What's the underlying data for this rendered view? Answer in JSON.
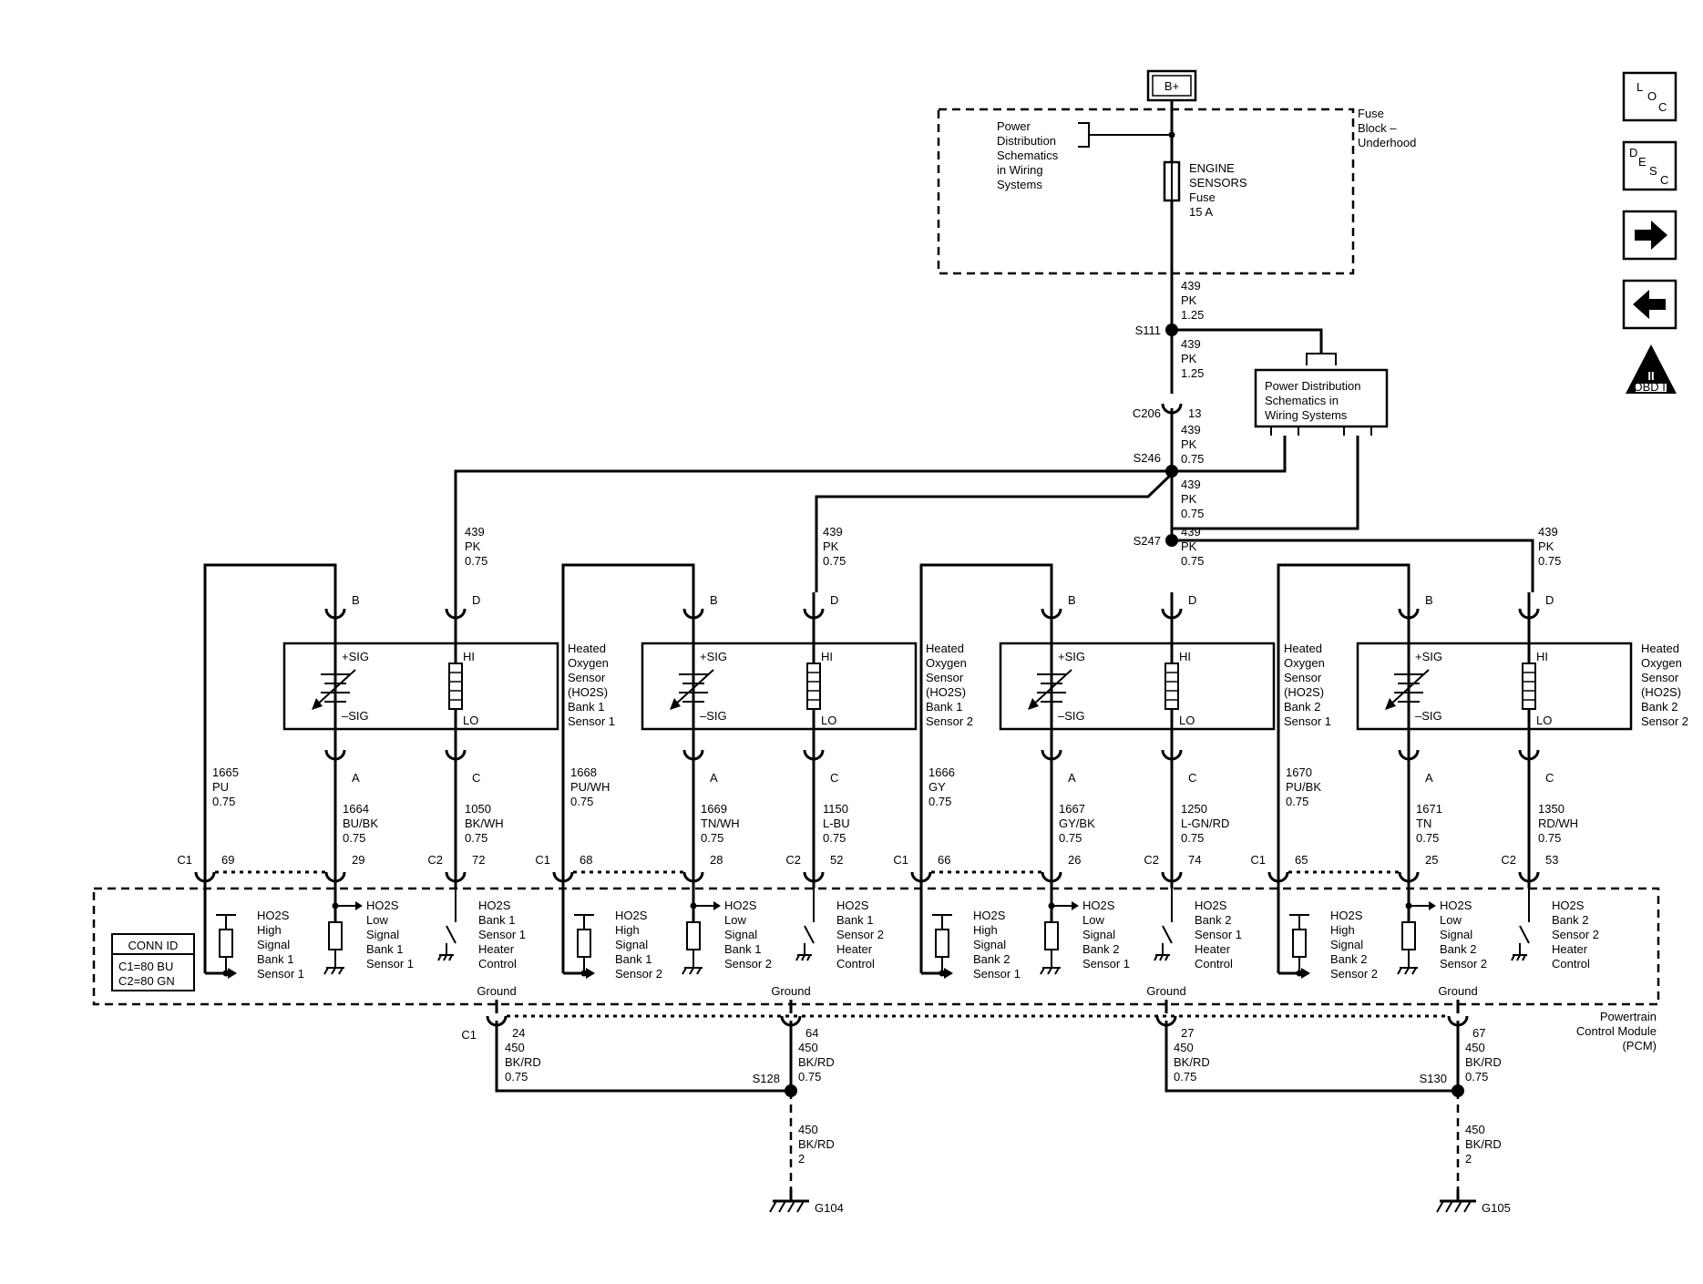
{
  "source": {
    "label": "B+"
  },
  "fuse_block": {
    "title": [
      "Fuse",
      "Block –",
      "Underhood"
    ],
    "ref": [
      "Power",
      "Distribution",
      "Schematics",
      "in Wiring",
      "Systems"
    ],
    "fuse": [
      "ENGINE",
      "SENSORS",
      "Fuse",
      "15 A"
    ]
  },
  "power_ref_box": [
    "Power Distribution",
    "Schematics in",
    "Wiring Systems"
  ],
  "nav": {
    "loc": [
      "L",
      "O",
      "C"
    ],
    "desc": [
      "D",
      "E",
      "S",
      "C"
    ],
    "obd_numeral": "II",
    "obd_label": "OBD II"
  },
  "main_wires": {
    "w1": [
      "439",
      "PK",
      "1.25"
    ],
    "s111": "S111",
    "w2": [
      "439",
      "PK",
      "1.25"
    ],
    "c206": "C206",
    "c206_pin": "13",
    "w3": [
      "439",
      "PK",
      "0.75"
    ],
    "s246": "S246",
    "w4": [
      "439",
      "PK",
      "0.75"
    ],
    "s247": "S247"
  },
  "sensors": [
    {
      "name": [
        "Heated",
        "Oxygen",
        "Sensor",
        "(HO2S)",
        "Bank 1",
        "Sensor 1"
      ],
      "feed": [
        "439",
        "PK",
        "0.75"
      ],
      "pins": {
        "b": "B",
        "d": "D",
        "a": "A",
        "c": "C"
      },
      "sig": {
        "plus": "+SIG",
        "minus": "–SIG",
        "hi": "HI",
        "lo": "LO"
      },
      "high_wire": [
        "1665",
        "PU",
        "0.75"
      ],
      "low_wire": [
        "1664",
        "BU/BK",
        "0.75"
      ],
      "heater_wire": [
        "1050",
        "BK/WH",
        "0.75"
      ],
      "c1": "C1",
      "pin_high": "69",
      "pin_low": "29",
      "c2": "C2",
      "pin_heater": "72",
      "pcm_high": [
        "HO2S",
        "High",
        "Signal",
        "Bank 1",
        "Sensor 1"
      ],
      "pcm_low": [
        "HO2S",
        "Low",
        "Signal",
        "Bank 1",
        "Sensor 1"
      ],
      "pcm_heater": [
        "HO2S",
        "Bank 1",
        "Sensor 1",
        "Heater",
        "Control"
      ]
    },
    {
      "name": [
        "Heated",
        "Oxygen",
        "Sensor",
        "(HO2S)",
        "Bank 1",
        "Sensor 2"
      ],
      "feed": [
        "439",
        "PK",
        "0.75"
      ],
      "pins": {
        "b": "B",
        "d": "D",
        "a": "A",
        "c": "C"
      },
      "sig": {
        "plus": "+SIG",
        "minus": "–SIG",
        "hi": "HI",
        "lo": "LO"
      },
      "high_wire": [
        "1668",
        "PU/WH",
        "0.75"
      ],
      "low_wire": [
        "1669",
        "TN/WH",
        "0.75"
      ],
      "heater_wire": [
        "1150",
        "L-BU",
        "0.75"
      ],
      "c1": "C1",
      "pin_high": "68",
      "pin_low": "28",
      "c2": "C2",
      "pin_heater": "52",
      "pcm_high": [
        "HO2S",
        "High",
        "Signal",
        "Bank 1",
        "Sensor 2"
      ],
      "pcm_low": [
        "HO2S",
        "Low",
        "Signal",
        "Bank 1",
        "Sensor 2"
      ],
      "pcm_heater": [
        "HO2S",
        "Bank 1",
        "Sensor 2",
        "Heater",
        "Control"
      ]
    },
    {
      "name": [
        "Heated",
        "Oxygen",
        "Sensor",
        "(HO2S)",
        "Bank 2",
        "Sensor 1"
      ],
      "feed": [
        "439",
        "PK",
        "0.75"
      ],
      "pins": {
        "b": "B",
        "d": "D",
        "a": "A",
        "c": "C"
      },
      "sig": {
        "plus": "+SIG",
        "minus": "–SIG",
        "hi": "HI",
        "lo": "LO"
      },
      "high_wire": [
        "1666",
        "GY",
        "0.75"
      ],
      "low_wire": [
        "1667",
        "GY/BK",
        "0.75"
      ],
      "heater_wire": [
        "1250",
        "L-GN/RD",
        "0.75"
      ],
      "c1": "C1",
      "pin_high": "66",
      "pin_low": "26",
      "c2": "C2",
      "pin_heater": "74",
      "pcm_high": [
        "HO2S",
        "High",
        "Signal",
        "Bank 2",
        "Sensor 1"
      ],
      "pcm_low": [
        "HO2S",
        "Low",
        "Signal",
        "Bank 2",
        "Sensor 1"
      ],
      "pcm_heater": [
        "HO2S",
        "Bank 2",
        "Sensor 1",
        "Heater",
        "Control"
      ]
    },
    {
      "name": [
        "Heated",
        "Oxygen",
        "Sensor",
        "(HO2S)",
        "Bank 2",
        "Sensor 2"
      ],
      "feed": [
        "439",
        "PK",
        "0.75"
      ],
      "pins": {
        "b": "B",
        "d": "D",
        "a": "A",
        "c": "C"
      },
      "sig": {
        "plus": "+SIG",
        "minus": "–SIG",
        "hi": "HI",
        "lo": "LO"
      },
      "high_wire": [
        "1670",
        "PU/BK",
        "0.75"
      ],
      "low_wire": [
        "1671",
        "TN",
        "0.75"
      ],
      "heater_wire": [
        "1350",
        "RD/WH",
        "0.75"
      ],
      "c1": "C1",
      "pin_high": "65",
      "pin_low": "25",
      "c2": "C2",
      "pin_heater": "53",
      "pcm_high": [
        "HO2S",
        "High",
        "Signal",
        "Bank 2",
        "Sensor 2"
      ],
      "pcm_low": [
        "HO2S",
        "Low",
        "Signal",
        "Bank 2",
        "Sensor 2"
      ],
      "pcm_heater": [
        "HO2S",
        "Bank 2",
        "Sensor 2",
        "Heater",
        "Control"
      ]
    }
  ],
  "conn_id": {
    "title": "CONN ID",
    "c1": "C1=80 BU",
    "c2": "C2=80 GN"
  },
  "pcm": {
    "label": [
      "Powertrain",
      "Control Module",
      "(PCM)"
    ]
  },
  "grounds": {
    "ground_label": "Ground",
    "c1": "C1",
    "pins": [
      "24",
      "64",
      "27",
      "67"
    ],
    "wire": [
      "450",
      "BK/RD",
      "0.75"
    ],
    "s128": "S128",
    "s130": "S130",
    "drop_wire": [
      "450",
      "BK/RD",
      "2"
    ],
    "g104": "G104",
    "g105": "G105"
  }
}
